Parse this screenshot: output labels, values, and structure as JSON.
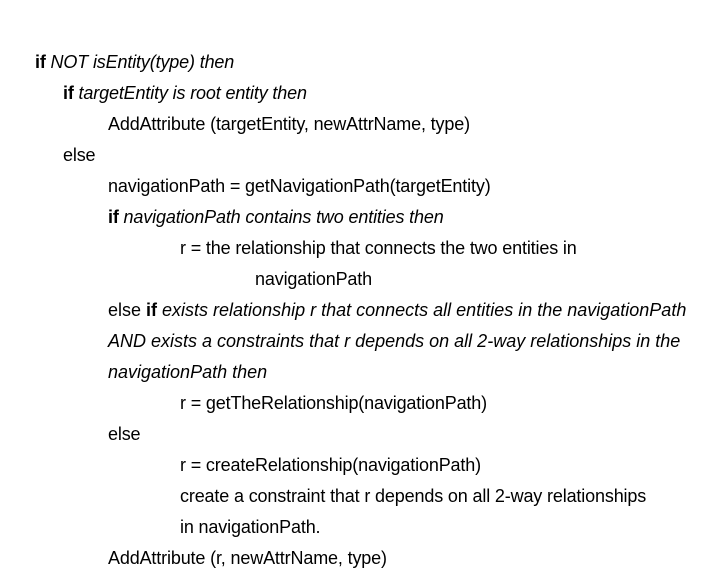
{
  "document": {
    "type": "pseudocode-listing",
    "background_color": "#ffffff",
    "text_color": "#000000",
    "lines": [
      {
        "id": "line-1",
        "indent": 0,
        "tokens": [
          {
            "style": "kw",
            "text": "if "
          },
          {
            "style": "cond",
            "text": "NOT isEntity(type) then"
          }
        ]
      },
      {
        "id": "line-2",
        "indent": 1,
        "tokens": [
          {
            "style": "kw",
            "text": "if "
          },
          {
            "style": "cond",
            "text": "targetEntity is root entity then"
          }
        ]
      },
      {
        "id": "line-3",
        "indent": 2,
        "tokens": [
          {
            "style": "code",
            "text": "AddAttribute (targetEntity, newAttrName, type)"
          }
        ]
      },
      {
        "id": "line-4",
        "indent": 1,
        "tokens": [
          {
            "style": "kw-plain",
            "text": "else"
          }
        ]
      },
      {
        "id": "line-5",
        "indent": 2,
        "tokens": [
          {
            "style": "code",
            "text": "navigationPath = getNavigationPath(targetEntity)"
          }
        ]
      },
      {
        "id": "line-6",
        "indent": 2,
        "tokens": [
          {
            "style": "kw",
            "text": "if "
          },
          {
            "style": "cond",
            "text": "navigationPath contains two entities then"
          }
        ]
      },
      {
        "id": "line-7",
        "indent": 3,
        "tokens": [
          {
            "style": "code",
            "text": "r = the relationship that connects the two entities in"
          }
        ]
      },
      {
        "id": "line-8",
        "indent": 4,
        "tokens": [
          {
            "style": "code",
            "text": "navigationPath"
          }
        ]
      },
      {
        "id": "line-9",
        "indent": 2,
        "wrap": true,
        "tokens": [
          {
            "style": "kw-plain",
            "text": "else "
          },
          {
            "style": "kw",
            "text": "if "
          },
          {
            "style": "cond",
            "text": "exists relationship r that connects all entities in the navigationPath AND exists a constraints that r depends on all 2-way relationships in the navigationPath then"
          }
        ]
      },
      {
        "id": "line-10",
        "indent": 3,
        "tokens": [
          {
            "style": "code",
            "text": "r = getTheRelationship(navigationPath)"
          }
        ]
      },
      {
        "id": "line-11",
        "indent": 2,
        "tokens": [
          {
            "style": "kw-plain",
            "text": "else"
          }
        ]
      },
      {
        "id": "line-12",
        "indent": 3,
        "tokens": [
          {
            "style": "code",
            "text": "r = createRelationship(navigationPath)"
          }
        ]
      },
      {
        "id": "line-13",
        "indent": 3,
        "tokens": [
          {
            "style": "code",
            "text": "create a constraint that r depends on all 2-way relationships"
          }
        ]
      },
      {
        "id": "line-14",
        "indent": 3,
        "tokens": [
          {
            "style": "code",
            "text": "in navigationPath."
          }
        ]
      },
      {
        "id": "line-15",
        "indent": 2,
        "tokens": [
          {
            "style": "code",
            "text": "AddAttribute (r, newAttrName, type)"
          }
        ]
      }
    ]
  }
}
